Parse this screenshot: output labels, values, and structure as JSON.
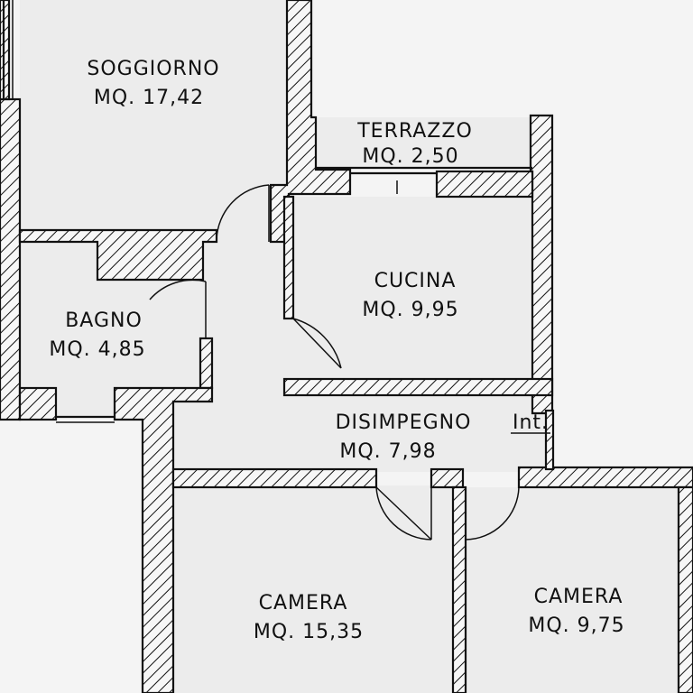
{
  "colors": {
    "wall_line": "#111111",
    "hatch_bg": "#f7f7f7",
    "room_fill": "#ececec"
  },
  "rooms": [
    {
      "id": "soggiorno",
      "name": "SOGGIORNO",
      "area": "MQ. 17,42"
    },
    {
      "id": "terrazzo",
      "name": "TERRAZZO",
      "area": "MQ. 2,50"
    },
    {
      "id": "cucina",
      "name": "CUCINA",
      "area": "MQ. 9,95"
    },
    {
      "id": "bagno",
      "name": "BAGNO",
      "area": "MQ. 4,85"
    },
    {
      "id": "disimpegno",
      "name": "DISIMPEGNO",
      "area": "MQ. 7,98"
    },
    {
      "id": "camera1",
      "name": "CAMERA",
      "area": "MQ. 15,35"
    },
    {
      "id": "camera2",
      "name": "CAMERA",
      "area": "MQ. 9,75"
    }
  ],
  "entrance_label": "Int."
}
